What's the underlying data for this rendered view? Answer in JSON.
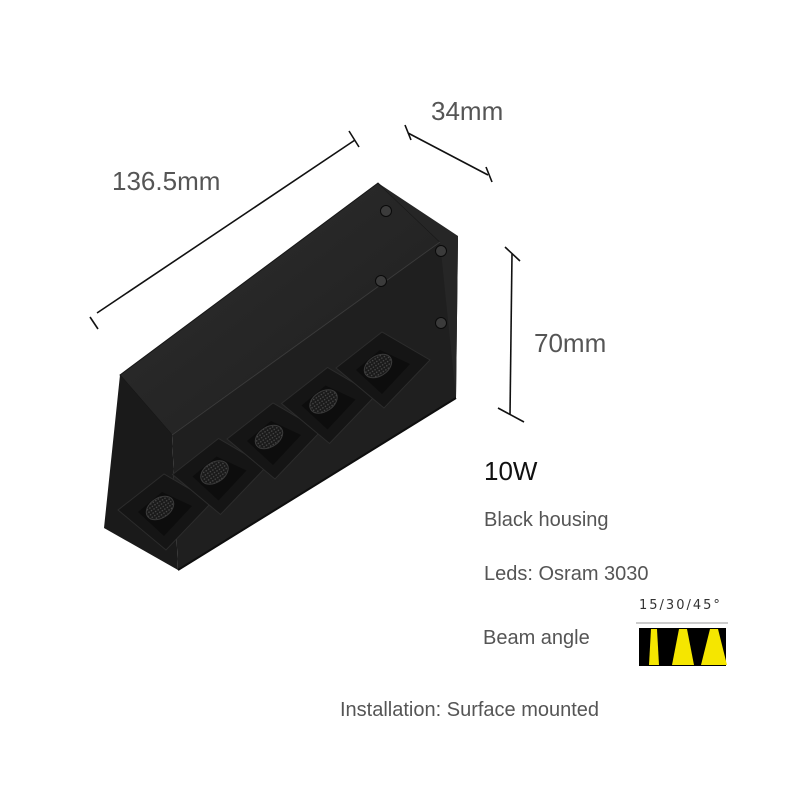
{
  "dimensions": {
    "length": "136.5mm",
    "width": "34mm",
    "height": "70mm"
  },
  "specs": {
    "power": "10W",
    "housing": "Black housing",
    "leds": "Leds: Osram 3030",
    "beam_label": "Beam angle",
    "beam_options": "15/30/45°",
    "installation": "Installation: Surface mounted"
  },
  "colors": {
    "housing": "#232323",
    "beam": "#f5e600",
    "text": "#555555"
  },
  "product": {
    "led_count": 5
  }
}
